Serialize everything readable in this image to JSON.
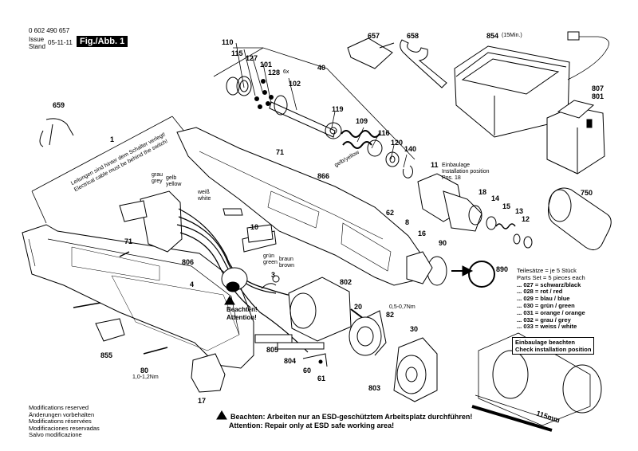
{
  "header": {
    "doc_number": "0 602 490 657",
    "issue_label": "Issue",
    "stand_label": "Stand",
    "date": "05-11-11",
    "figure_label": "Fig./Abb. 1"
  },
  "callouts": [
    {
      "id": "c110",
      "text": "110"
    },
    {
      "id": "c115",
      "text": "115"
    },
    {
      "id": "c127",
      "text": "127"
    },
    {
      "id": "c101",
      "text": "101"
    },
    {
      "id": "c128",
      "text": "128"
    },
    {
      "id": "c128x",
      "text": "6x"
    },
    {
      "id": "c102",
      "text": "102"
    },
    {
      "id": "c40",
      "text": "40"
    },
    {
      "id": "c119",
      "text": "119"
    },
    {
      "id": "c109",
      "text": "109"
    },
    {
      "id": "c116",
      "text": "116"
    },
    {
      "id": "c120",
      "text": "120"
    },
    {
      "id": "c140",
      "text": "140"
    },
    {
      "id": "c657",
      "text": "657"
    },
    {
      "id": "c658",
      "text": "658"
    },
    {
      "id": "c854",
      "text": "854"
    },
    {
      "id": "c854s",
      "text": "(15Min.)"
    },
    {
      "id": "c807",
      "text": "807"
    },
    {
      "id": "c801",
      "text": "801"
    },
    {
      "id": "c659",
      "text": "659"
    },
    {
      "id": "c1",
      "text": "1"
    },
    {
      "id": "c71a",
      "text": "71"
    },
    {
      "id": "c866",
      "text": "866"
    },
    {
      "id": "c11",
      "text": "11"
    },
    {
      "id": "c18",
      "text": "18"
    },
    {
      "id": "c14",
      "text": "14"
    },
    {
      "id": "c15",
      "text": "15"
    },
    {
      "id": "c13",
      "text": "13"
    },
    {
      "id": "c12",
      "text": "12"
    },
    {
      "id": "c750",
      "text": "750"
    },
    {
      "id": "c62",
      "text": "62"
    },
    {
      "id": "c8",
      "text": "8"
    },
    {
      "id": "c16",
      "text": "16"
    },
    {
      "id": "c90",
      "text": "90"
    },
    {
      "id": "c890",
      "text": "890"
    },
    {
      "id": "c10",
      "text": "10"
    },
    {
      "id": "c71b",
      "text": "71"
    },
    {
      "id": "c806",
      "text": "806"
    },
    {
      "id": "c4",
      "text": "4"
    },
    {
      "id": "c3",
      "text": "3"
    },
    {
      "id": "c802",
      "text": "802"
    },
    {
      "id": "c20",
      "text": "20"
    },
    {
      "id": "c82",
      "text": "82"
    },
    {
      "id": "c30",
      "text": "30"
    },
    {
      "id": "c855",
      "text": "855"
    },
    {
      "id": "c80",
      "text": "80"
    },
    {
      "id": "c17",
      "text": "17"
    },
    {
      "id": "c805",
      "text": "805"
    },
    {
      "id": "c804",
      "text": "804"
    },
    {
      "id": "c60",
      "text": "60"
    },
    {
      "id": "c61",
      "text": "61"
    },
    {
      "id": "c803",
      "text": "803"
    }
  ],
  "labels": {
    "gelb_yellow": "gelb/yellow",
    "einbaulage_lines": [
      "Einbaulage",
      "Installation position",
      "Pos. 18"
    ],
    "grau_grey": [
      "grau",
      "grey"
    ],
    "gelb_yellow2": [
      "gelb",
      "yellow"
    ],
    "weiss_white": [
      "weiß",
      "white"
    ],
    "gruen_green": [
      "grün",
      "green"
    ],
    "braun_brown": [
      "braun",
      "brown"
    ],
    "cable_warning": [
      "Leitungen sind hinter dem Schalter verlegt!",
      "Electrical cable must be behind the switch!"
    ],
    "torque_80": "1,0-1,2Nm",
    "torque_82": "0,5-0,7Nm",
    "beachten_attention": [
      "Beachten!",
      "Attention!"
    ],
    "check_box": [
      "Einbaulage beachten",
      "Check installation position"
    ],
    "dimension": "115mm"
  },
  "parts_set": {
    "title": [
      "Teilesätze = je 5 Stück",
      "Parts Set  = 5 pieces each"
    ],
    "items": [
      "... 027 = schwarz/black",
      "... 028 = rot / red",
      "... 029 = blau / blue",
      "... 030 = grün / green",
      "... 031 = orange / orange",
      "... 032 = grau / grey",
      "... 033 = weiss / white"
    ]
  },
  "footer": {
    "modifications": [
      "Modifications reserved",
      "Änderungen vorbehalten",
      "Modifications réservées",
      "Modificaciones reservadas",
      "Salvo modificazione"
    ],
    "warning_de_label": "Beachten:",
    "warning_de": "Arbeiten nur an ESD-geschütztem Arbeitsplatz durchführen!",
    "warning_en_label": "Attention:",
    "warning_en": "Repair only at ESD safe working area!"
  }
}
